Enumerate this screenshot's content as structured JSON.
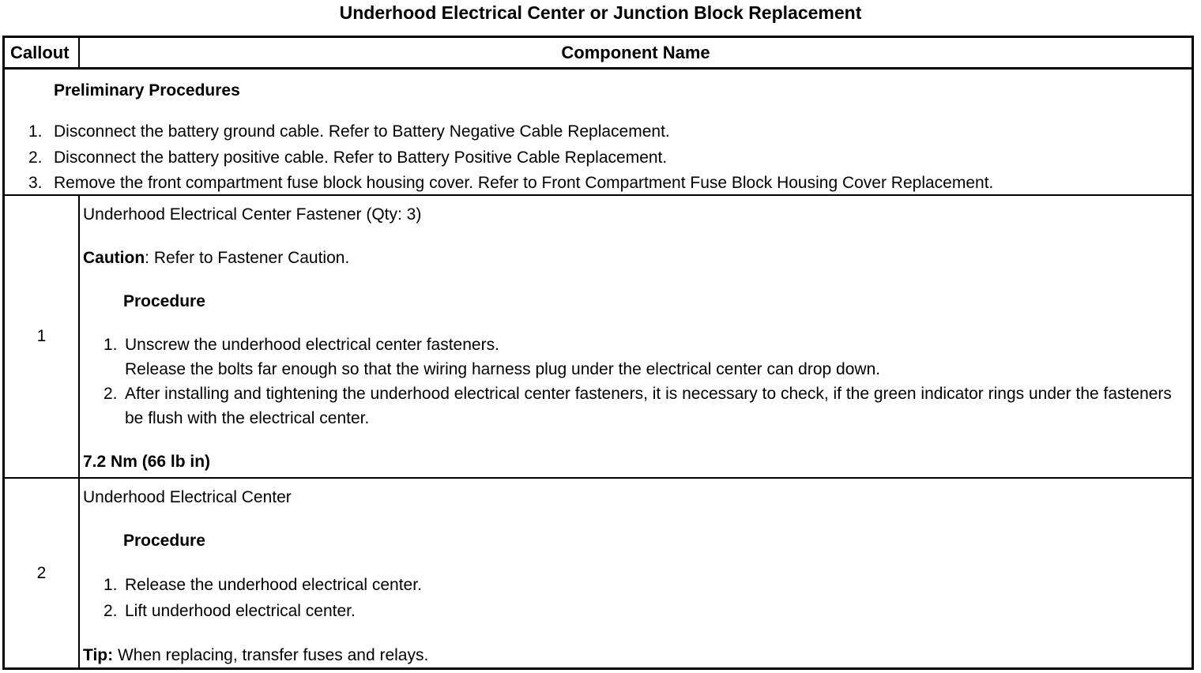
{
  "page": {
    "title": "Underhood Electrical Center or Junction Block Replacement"
  },
  "table": {
    "header": {
      "callout": "Callout",
      "component_name": "Component Name"
    },
    "preliminary": {
      "heading": "Preliminary Procedures",
      "steps": [
        {
          "number": "1.",
          "text": "Disconnect the battery ground cable. Refer to Battery Negative Cable Replacement."
        },
        {
          "number": "2.",
          "text": "Disconnect the battery positive cable. Refer to Battery Positive Cable Replacement."
        },
        {
          "number": "3.",
          "text": "Remove the front compartment fuse block housing cover. Refer to Front Compartment Fuse Block Housing Cover Replacement."
        }
      ]
    },
    "rows": [
      {
        "callout": "1",
        "component": "Underhood Electrical Center Fastener (Qty: 3)",
        "caution": {
          "label": "Caution",
          "text": ": Refer to Fastener Caution."
        },
        "procedure_heading": "Procedure",
        "steps": [
          {
            "number": "1.",
            "text": "Unscrew the underhood electrical center fasteners.",
            "note": "Release the bolts far enough so that the wiring harness plug under the electrical center can drop down."
          },
          {
            "number": "2.",
            "text": "After installing and tightening the underhood electrical center fasteners, it is necessary to check, if the green indicator rings under the fasteners be flush with the electrical center."
          }
        ],
        "torque": "7.2 Nm (66 lb in)"
      },
      {
        "callout": "2",
        "component": "Underhood Electrical Center",
        "procedure_heading": "Procedure",
        "steps": [
          {
            "number": "1.",
            "text": "Release the underhood electrical center."
          },
          {
            "number": "2.",
            "text": "Lift underhood electrical center."
          }
        ],
        "tip": {
          "label": "Tip:",
          "text": " When replacing, transfer fuses and relays."
        }
      }
    ]
  },
  "colors": {
    "border": "#000000",
    "text": "#000000",
    "background": "#ffffff"
  }
}
